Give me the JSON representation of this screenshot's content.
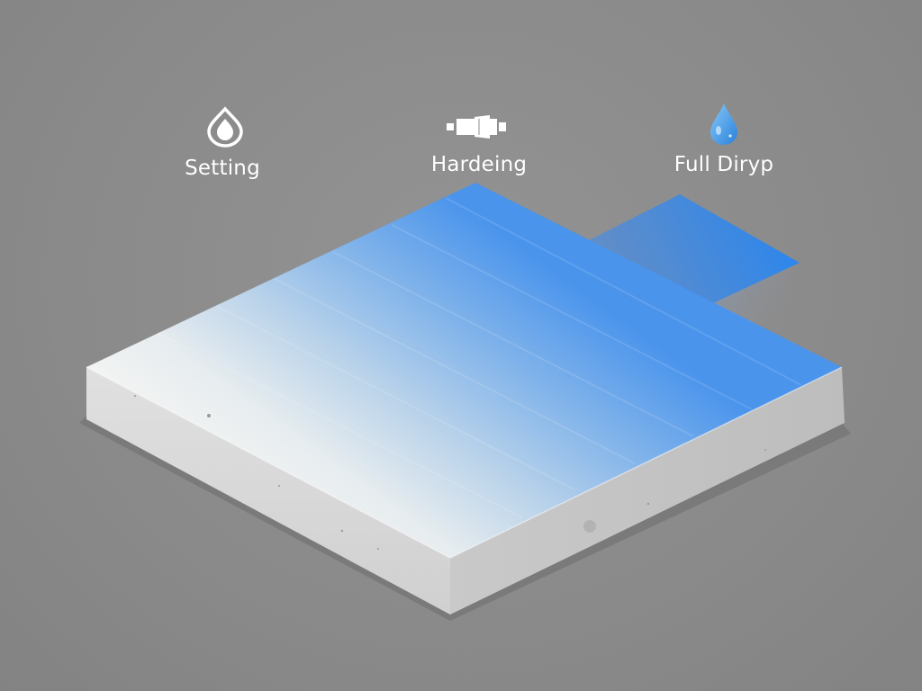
{
  "stages": [
    {
      "id": "setting",
      "label": "Setting",
      "icon": "water-drop-outline-icon"
    },
    {
      "id": "hardening",
      "label": "Hardeing",
      "icon": "bolt-connector-icon"
    },
    {
      "id": "full",
      "label": "Full Diryp",
      "icon": "blue-water-drop-icon"
    }
  ],
  "colors": {
    "background": "#8b8b8b",
    "slab_side": "#d8d8d8",
    "gradient_start": "#f4f5f5",
    "gradient_end": "#3e8ff0",
    "icon_fill": "#ffffff",
    "drop_blue": "#3a96e8"
  }
}
